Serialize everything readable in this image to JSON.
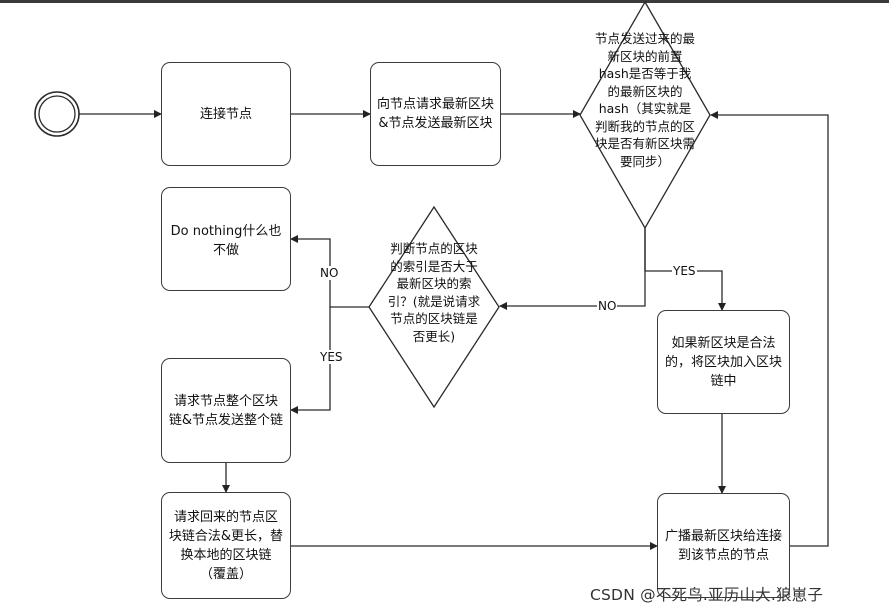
{
  "nodes": {
    "connect": "连接节点",
    "request_latest": "向节点请求最新区块&节点发送最新区块",
    "check_prev_hash": "节点发送过来的最新区块的前置hash是否等于我的最新区块的hash（其实就是判断我的节点的区块是否有新区块需要同步）",
    "check_index": "判断节点的区块的索引是否大于最新区块的索引？(就是说请求节点的区块链是否更长)",
    "do_nothing": "Do nothing什么也不做",
    "request_chain": "请求节点整个区块链&节点发送整个链",
    "replace_chain": "请求回来的节点区块链合法&更长，替换本地的区块链（覆盖）",
    "append_block": "如果新区块是合法的，将区块加入区块链中",
    "broadcast": "广播最新区块给连接到该节点的节点"
  },
  "edges": {
    "yes_1": "YES",
    "no_1": "NO",
    "no_2": "NO",
    "yes_2": "YES"
  },
  "watermark": "CSDN @不死鸟.亚历山大.狼崽子"
}
